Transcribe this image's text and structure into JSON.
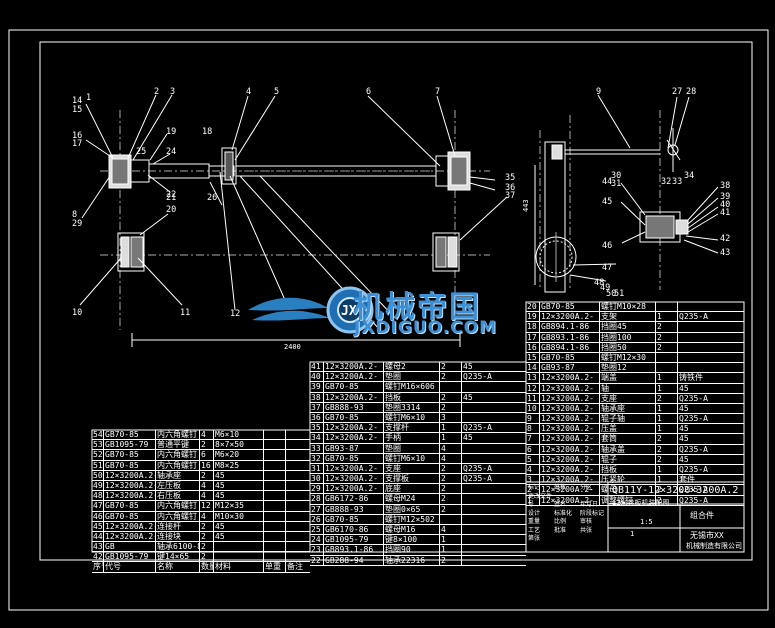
{
  "watermark": {
    "brand": "机械帝国",
    "site": "JXDIGUO.COM"
  },
  "dims": {
    "height_mark": "443",
    "length_mark": "2400"
  },
  "callouts": [
    "1",
    "2",
    "3",
    "4",
    "5",
    "6",
    "7",
    "9",
    "27",
    "28",
    "14",
    "15",
    "16",
    "17",
    "18",
    "19",
    "25",
    "24",
    "22",
    "20",
    "21",
    "26",
    "8",
    "29",
    "10",
    "11",
    "12",
    "35",
    "36",
    "37",
    "30",
    "31",
    "32",
    "33",
    "34",
    "38",
    "39",
    "40",
    "41",
    "42",
    "43",
    "44",
    "45",
    "46",
    "47",
    "48",
    "49",
    "50",
    "51"
  ],
  "bom_left": [
    [
      "54",
      "GB70-85",
      "内六角螺钉",
      "4",
      "M6×10",
      "",
      ""
    ],
    [
      "53",
      "GB1095-79",
      "普通平键",
      "2",
      "8×7×50",
      "",
      ""
    ],
    [
      "52",
      "GB70-85",
      "内六角螺钉",
      "6",
      "M6×20",
      "",
      ""
    ],
    [
      "51",
      "GB70-85",
      "内六角螺钉",
      "16",
      "M8×25",
      "",
      ""
    ],
    [
      "50",
      "12×3200A.2-",
      "轴承座",
      "2",
      "45",
      "",
      ""
    ],
    [
      "49",
      "12×3200A.2-",
      "左压板",
      "4",
      "45",
      "",
      ""
    ],
    [
      "48",
      "12×3200A.2-",
      "右压板",
      "4",
      "45",
      "",
      ""
    ],
    [
      "47",
      "GB70-85",
      "内六角螺钉",
      "12",
      "M12×35",
      "",
      ""
    ],
    [
      "46",
      "GB70-85",
      "内六角螺钉",
      "4",
      "M10×30",
      "",
      ""
    ],
    [
      "45",
      "12×3200A.2-",
      "连接杆",
      "2",
      "45",
      "",
      ""
    ],
    [
      "44",
      "12×3200A.2-",
      "连接块",
      "2",
      "45",
      "",
      ""
    ],
    [
      "43",
      "GB",
      "轴承6100-88",
      "2",
      "",
      "",
      ""
    ],
    [
      "42",
      "GB1095-79",
      "键14×65",
      "2",
      "",
      "",
      ""
    ]
  ],
  "bom_left_header": [
    "序号",
    "代号",
    "名称",
    "数量",
    "材料",
    "单重",
    "备注"
  ],
  "bom_mid": [
    [
      "41",
      "12×3200A.2-",
      "螺母2",
      "2",
      "45"
    ],
    [
      "40",
      "12×3200A.2-",
      "垫圈",
      "2",
      "Q235-A"
    ],
    [
      "39",
      "GB70-85",
      "螺钉M16×606",
      "",
      ""
    ],
    [
      "38",
      "12×3200A.2-",
      "挡板",
      "2",
      "45"
    ],
    [
      "37",
      "GB888-93",
      "垫圈3314",
      "2",
      ""
    ],
    [
      "36",
      "GB70-85",
      "螺钉M6×10",
      "3",
      ""
    ],
    [
      "35",
      "12×3200A.2-",
      "支撑杆",
      "1",
      "Q235-A"
    ],
    [
      "34",
      "12×3200A.2-",
      "手柄",
      "1",
      "45"
    ],
    [
      "33",
      "GB93-87",
      "垫圈",
      "4",
      ""
    ],
    [
      "32",
      "GB70-85",
      "螺钉M6×10",
      "4",
      ""
    ],
    [
      "31",
      "12×3200A.2-",
      "支座",
      "2",
      "Q235-A"
    ],
    [
      "30",
      "12×3200A.2-",
      "支撑板",
      "2",
      "Q235-A"
    ],
    [
      "29",
      "12×3200A.2-",
      "底座",
      "2",
      ""
    ],
    [
      "28",
      "GB6172-86",
      "螺母M24",
      "2",
      ""
    ],
    [
      "27",
      "GB888-93",
      "垫圈0×65",
      "2",
      ""
    ],
    [
      "26",
      "GB70-85",
      "螺钉M12×502",
      "",
      ""
    ],
    [
      "25",
      "GB6170-86",
      "螺母M16",
      "4",
      ""
    ],
    [
      "24",
      "GB1095-79",
      "键8×100",
      "1",
      ""
    ],
    [
      "23",
      "GB893.1-86",
      "挡圈90",
      "1",
      ""
    ],
    [
      "22",
      "GB288-94",
      "轴承22316",
      "2",
      ""
    ]
  ],
  "bom_right": [
    [
      "20",
      "GB70-85",
      "螺钉M10×28",
      "",
      ""
    ],
    [
      "19",
      "12×3200A.2-",
      "支架",
      "1",
      "Q235-A"
    ],
    [
      "18",
      "GB894.1-86",
      "挡圈45",
      "2",
      ""
    ],
    [
      "17",
      "GB893.1-86",
      "挡圈100",
      "2",
      ""
    ],
    [
      "16",
      "GB894.1-86",
      "挡圈50",
      "2",
      ""
    ],
    [
      "15",
      "GB70-85",
      "螺钉M12×30",
      "",
      ""
    ],
    [
      "14",
      "GB93-87",
      "垫圈12",
      "",
      ""
    ],
    [
      "13",
      "12×3200A.2-",
      "端盖",
      "1",
      "铸铁件"
    ],
    [
      "12",
      "12×3200A.2-",
      "轴",
      "1",
      "45"
    ],
    [
      "11",
      "12×3200A.2-",
      "支座",
      "2",
      "Q235-A"
    ],
    [
      "10",
      "12×3200A.2-",
      "轴承座",
      "1",
      "45"
    ],
    [
      "9",
      "12×3200A.2-",
      "辊子轴",
      "1",
      "Q235-A"
    ],
    [
      "8",
      "12×3200A.2-",
      "压盖",
      "1",
      "45"
    ],
    [
      "7",
      "12×3200A.2-",
      "套筒",
      "2",
      "45"
    ],
    [
      "6",
      "12×3200A.2-",
      "轴承盖",
      "2",
      "Q235-A"
    ],
    [
      "5",
      "12×3200A.2-",
      "辊子",
      "2",
      "45"
    ],
    [
      "4",
      "12×3200A.2-",
      "挡板",
      "1",
      "Q235-A"
    ],
    [
      "3",
      "12×3200A.2-",
      "压紧轮",
      "1",
      "套件"
    ],
    [
      "2",
      "12×3200A.2-",
      "螺母",
      "2",
      "Q235-A"
    ],
    [
      "1",
      "12×3200A.2-",
      "调整螺钉",
      "2",
      "Q235-A"
    ]
  ],
  "bom_right_header": [
    "序号",
    "代号",
    "名称",
    "数量",
    "材料",
    "单重",
    "备注"
  ],
  "title_block": {
    "drawing_no": "QB11Y-12×3200×3200A.2",
    "drawing_name": "12米卷板机装配图",
    "sheet_label": "组合件",
    "org": "无锡市XX",
    "company": "机械制造有限公司",
    "labels": [
      "标记",
      "处数",
      "分区",
      "更改文件号",
      "签名",
      "年月日",
      "设计",
      "标准化",
      "阶段标记",
      "重量",
      "比例",
      "审核",
      "工艺",
      "批准",
      "共张",
      "第张"
    ],
    "scale": "1:5",
    "qty": "1"
  }
}
